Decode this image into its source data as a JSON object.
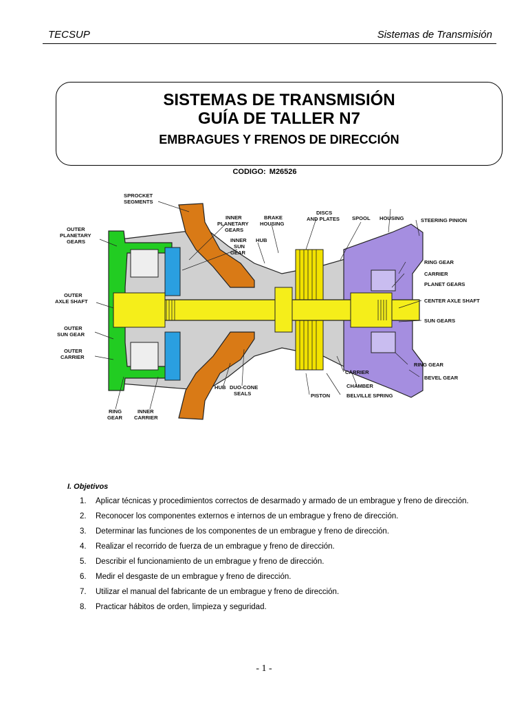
{
  "header": {
    "left": "TECSUP",
    "right": "Sistemas de Transmisión"
  },
  "title_box": {
    "line1": "SISTEMAS DE TRANSMISIÓN",
    "line2": "GUÍA DE TALLER N7",
    "line3": "EMBRAGUES Y FRENOS DE DIRECCIÓN"
  },
  "codigo": {
    "label": "CODIGO:",
    "value": "M26526"
  },
  "diagram_labels": {
    "sprocket": [
      "SPROCKET",
      "SEGMENTS"
    ],
    "outer_planetary": [
      "OUTER",
      "PLANETARY",
      "GEARS"
    ],
    "inner_planetary": [
      "INNER",
      "PLANETARY",
      "GEARS"
    ],
    "inner_sun": [
      "INNER",
      "SUN",
      "GEAR"
    ],
    "brake_housing": [
      "BRAKE",
      "HOUSING"
    ],
    "hub_top": "HUB",
    "discs": [
      "DISCS",
      "AND PLATES"
    ],
    "spool": "SPOOL",
    "housing": "HOUSING",
    "steering_pinion": "STEERING PINION",
    "ring_gear_top": "RING GEAR",
    "carrier_right": "CARRIER",
    "planet_gears": "PLANET GEARS",
    "center_axle": "CENTER AXLE SHAFT",
    "sun_gears": "SUN GEARS",
    "outer_axle": [
      "OUTER",
      "AXLE SHAFT"
    ],
    "outer_sun": [
      "OUTER",
      "SUN GEAR"
    ],
    "outer_carrier": [
      "OUTER",
      "CARRIER"
    ],
    "ring_gear_bottom": "RING GEAR",
    "bevel_gear": "BEVEL GEAR",
    "carrier_bottom": "CARRIER",
    "chamber": "CHAMBER",
    "belville": "BELVILLE SPRING",
    "piston": "PISTON",
    "hub_bottom": "HUB",
    "duo_cone": [
      "DUO-CONE",
      "SEALS"
    ],
    "ring_gear_left": [
      "RING",
      "GEAR"
    ],
    "inner_carrier": [
      "INNER",
      "CARRIER"
    ]
  },
  "objectives": {
    "title": "I.   Objetivos",
    "items": [
      {
        "num": "1.",
        "text": "Aplicar técnicas y procedimientos correctos de desarmado y armado de un embrague y freno de dirección."
      },
      {
        "num": "2.",
        "text": "Reconocer los componentes externos e internos de un embrague y freno de dirección."
      },
      {
        "num": "3.",
        "text": "Determinar las funciones de los componentes de un embrague y freno de dirección."
      },
      {
        "num": "4.",
        "text": "Realizar el recorrido de  fuerza de un embrague y freno de dirección."
      },
      {
        "num": "5.",
        "text": "Describir el funcionamiento de un embrague y freno de dirección."
      },
      {
        "num": "6.",
        "text": "Medir el desgaste de un embrague y freno de dirección."
      },
      {
        "num": "7.",
        "text": "Utilizar el manual del fabricante de un embrague y freno de dirección."
      },
      {
        "num": "8.",
        "text": "Practicar hábitos de orden, limpieza y seguridad."
      }
    ]
  },
  "page_number": "- 1 -",
  "colors": {
    "shaft_yellow": "#f5ee1a",
    "green": "#22cc22",
    "orange": "#d97a16",
    "blue": "#2a9fe0",
    "purple": "#a58ee0",
    "gray": "#c8c8c8"
  }
}
